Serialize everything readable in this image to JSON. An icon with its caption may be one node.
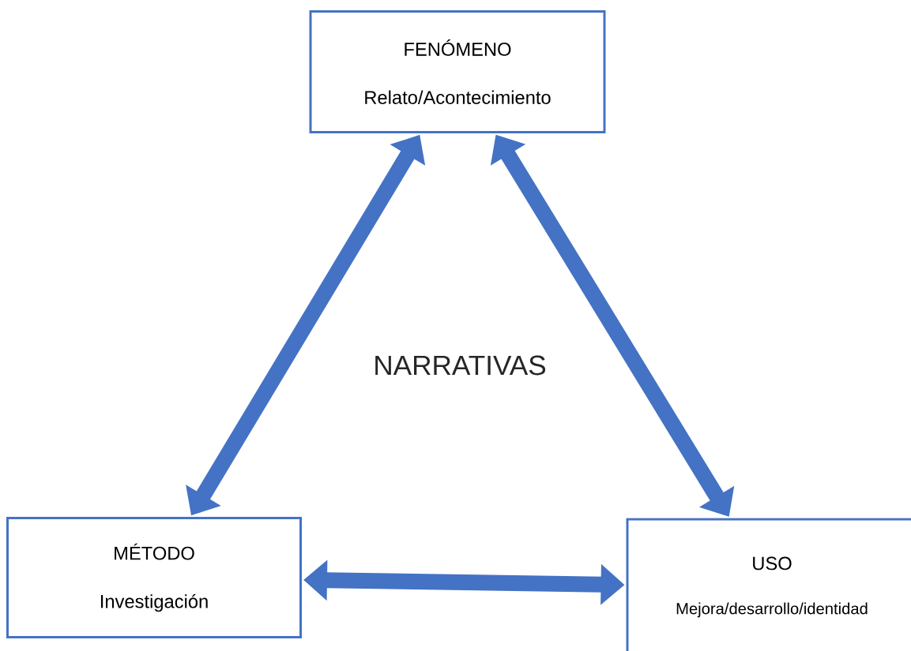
{
  "diagram": {
    "nodes": [
      {
        "text": [
          "FENÓMENO",
          "Relato/Acontecimiento"
        ]
      },
      {
        "text": [
          "MÉTODO",
          "Investigación"
        ]
      },
      {
        "text": [
          "USO",
          "Mejora/desarrollo/identidad"
        ]
      }
    ],
    "edges": [
      {
        "from": 0,
        "to": 1,
        "arrow": "both"
      },
      {
        "from": 0,
        "to": 2,
        "arrow": "both"
      },
      {
        "from": 1,
        "to": 2,
        "arrow": "both"
      }
    ],
    "labels": [
      "NARRATIVAS"
    ]
  }
}
